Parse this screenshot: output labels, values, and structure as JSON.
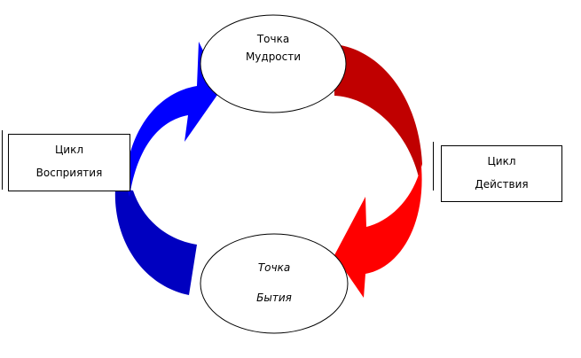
{
  "nodes": {
    "wisdom_point": {
      "line1": "Точка",
      "line2": "Мудрости"
    },
    "being_point": {
      "line1": "Точка",
      "line2": "Бытия"
    },
    "perception_cycle": {
      "line1": "Цикл",
      "line2": "Восприятия"
    },
    "action_cycle": {
      "line1": "Цикл",
      "line2": "Действия"
    }
  },
  "colors": {
    "blue_light": "#0000ff",
    "blue_dark": "#0000c0",
    "red_dark": "#c00000",
    "red_light": "#ff0000"
  }
}
